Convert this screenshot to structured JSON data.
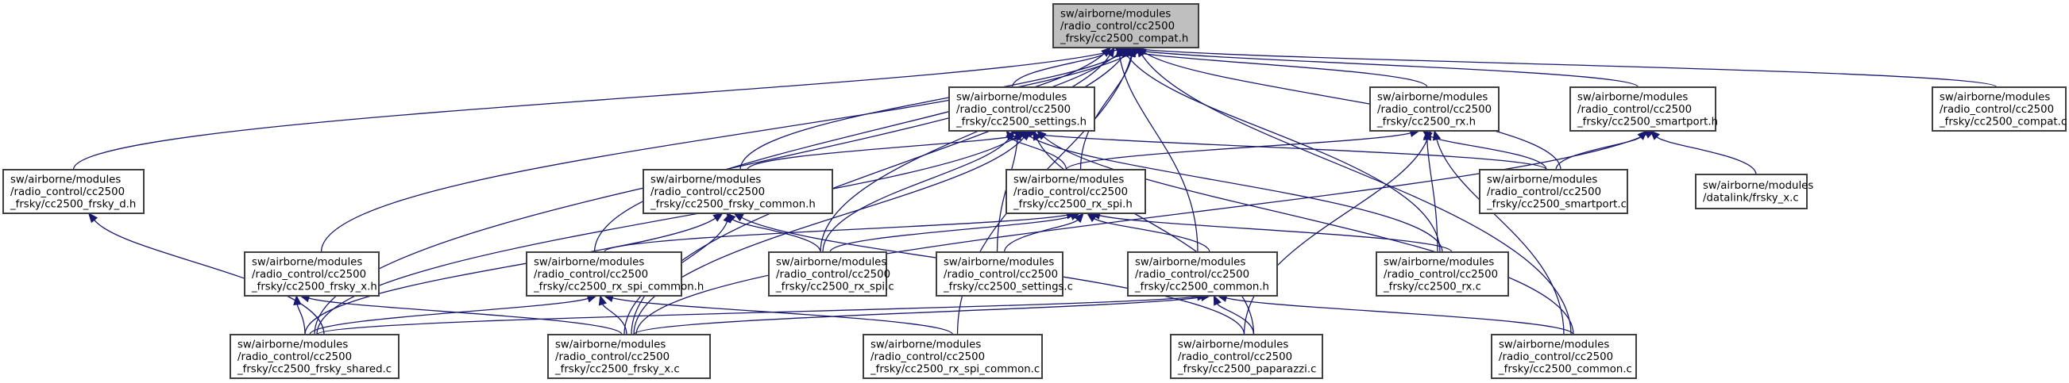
{
  "graph": {
    "type": "include-dependency-graph",
    "edge_color": "#191970",
    "root_fill": "#bfbfbf",
    "node_fill": "#ffffff",
    "nodes": [
      {
        "id": "compat_h",
        "lines": [
          "sw/airborne/modules",
          "/radio_control/cc2500",
          "_frsky/cc2500_compat.h"
        ],
        "root": true
      },
      {
        "id": "settings_h",
        "lines": [
          "sw/airborne/modules",
          "/radio_control/cc2500",
          "_frsky/cc2500_settings.h"
        ]
      },
      {
        "id": "rx_h",
        "lines": [
          "sw/airborne/modules",
          "/radio_control/cc2500",
          "_frsky/cc2500_rx.h"
        ]
      },
      {
        "id": "smartport_h",
        "lines": [
          "sw/airborne/modules",
          "/radio_control/cc2500",
          "_frsky/cc2500_smartport.h"
        ]
      },
      {
        "id": "compat_c",
        "lines": [
          "sw/airborne/modules",
          "/radio_control/cc2500",
          "_frsky/cc2500_compat.c"
        ]
      },
      {
        "id": "frsky_d_h",
        "lines": [
          "sw/airborne/modules",
          "/radio_control/cc2500",
          "_frsky/cc2500_frsky_d.h"
        ]
      },
      {
        "id": "frsky_common_h",
        "lines": [
          "sw/airborne/modules",
          "/radio_control/cc2500",
          "_frsky/cc2500_frsky_common.h"
        ]
      },
      {
        "id": "rx_spi_h",
        "lines": [
          "sw/airborne/modules",
          "/radio_control/cc2500",
          "_frsky/cc2500_rx_spi.h"
        ]
      },
      {
        "id": "smartport_c",
        "lines": [
          "sw/airborne/modules",
          "/radio_control/cc2500",
          "_frsky/cc2500_smartport.c"
        ]
      },
      {
        "id": "datalink_frsky_x_c",
        "lines": [
          "sw/airborne/modules",
          "/datalink/frsky_x.c"
        ]
      },
      {
        "id": "frsky_x_h",
        "lines": [
          "sw/airborne/modules",
          "/radio_control/cc2500",
          "_frsky/cc2500_frsky_x.h"
        ]
      },
      {
        "id": "rx_spi_common_h",
        "lines": [
          "sw/airborne/modules",
          "/radio_control/cc2500",
          "_frsky/cc2500_rx_spi_common.h"
        ]
      },
      {
        "id": "rx_spi_c",
        "lines": [
          "sw/airborne/modules",
          "/radio_control/cc2500",
          "_frsky/cc2500_rx_spi.c"
        ]
      },
      {
        "id": "settings_c",
        "lines": [
          "sw/airborne/modules",
          "/radio_control/cc2500",
          "_frsky/cc2500_settings.c"
        ]
      },
      {
        "id": "common_h",
        "lines": [
          "sw/airborne/modules",
          "/radio_control/cc2500",
          "_frsky/cc2500_common.h"
        ]
      },
      {
        "id": "rx_c",
        "lines": [
          "sw/airborne/modules",
          "/radio_control/cc2500",
          "_frsky/cc2500_rx.c"
        ]
      },
      {
        "id": "frsky_shared_c",
        "lines": [
          "sw/airborne/modules",
          "/radio_control/cc2500",
          "_frsky/cc2500_frsky_shared.c"
        ]
      },
      {
        "id": "frsky_x_c",
        "lines": [
          "sw/airborne/modules",
          "/radio_control/cc2500",
          "_frsky/cc2500_frsky_x.c"
        ]
      },
      {
        "id": "rx_spi_common_c",
        "lines": [
          "sw/airborne/modules",
          "/radio_control/cc2500",
          "_frsky/cc2500_rx_spi_common.c"
        ]
      },
      {
        "id": "paparazzi_c",
        "lines": [
          "sw/airborne/modules",
          "/radio_control/cc2500",
          "_frsky/cc2500_paparazzi.c"
        ]
      },
      {
        "id": "common_c",
        "lines": [
          "sw/airborne/modules",
          "/radio_control/cc2500",
          "_frsky/cc2500_common.c"
        ]
      }
    ],
    "edges": [
      {
        "from": "settings_h",
        "to": "compat_h"
      },
      {
        "from": "rx_h",
        "to": "compat_h"
      },
      {
        "from": "smartport_h",
        "to": "compat_h"
      },
      {
        "from": "compat_c",
        "to": "compat_h"
      },
      {
        "from": "frsky_d_h",
        "to": "compat_h"
      },
      {
        "from": "frsky_common_h",
        "to": "compat_h"
      },
      {
        "from": "rx_spi_h",
        "to": "compat_h"
      },
      {
        "from": "smartport_c",
        "to": "compat_h"
      },
      {
        "from": "frsky_x_h",
        "to": "compat_h"
      },
      {
        "from": "rx_spi_common_h",
        "to": "compat_h"
      },
      {
        "from": "rx_spi_c",
        "to": "compat_h"
      },
      {
        "from": "common_h",
        "to": "compat_h"
      },
      {
        "from": "rx_c",
        "to": "compat_h"
      },
      {
        "from": "frsky_shared_c",
        "to": "compat_h"
      },
      {
        "from": "frsky_x_c",
        "to": "compat_h"
      },
      {
        "from": "rx_spi_common_c",
        "to": "compat_h"
      },
      {
        "from": "common_c",
        "to": "compat_h"
      },
      {
        "from": "frsky_common_h",
        "to": "settings_h"
      },
      {
        "from": "rx_spi_h",
        "to": "settings_h"
      },
      {
        "from": "smartport_c",
        "to": "settings_h"
      },
      {
        "from": "rx_spi_c",
        "to": "settings_h"
      },
      {
        "from": "settings_c",
        "to": "settings_h"
      },
      {
        "from": "rx_c",
        "to": "settings_h"
      },
      {
        "from": "frsky_shared_c",
        "to": "settings_h"
      },
      {
        "from": "frsky_x_c",
        "to": "settings_h"
      },
      {
        "from": "paparazzi_c",
        "to": "settings_h"
      },
      {
        "from": "common_c",
        "to": "settings_h"
      },
      {
        "from": "rx_spi_h",
        "to": "rx_h"
      },
      {
        "from": "smartport_c",
        "to": "rx_h"
      },
      {
        "from": "rx_c",
        "to": "rx_h"
      },
      {
        "from": "paparazzi_c",
        "to": "rx_h"
      },
      {
        "from": "common_c",
        "to": "rx_h"
      },
      {
        "from": "smartport_c",
        "to": "smartport_h"
      },
      {
        "from": "datalink_frsky_x_c",
        "to": "smartport_h"
      },
      {
        "from": "frsky_x_c",
        "to": "smartport_h"
      },
      {
        "from": "frsky_shared_c",
        "to": "frsky_d_h"
      },
      {
        "from": "frsky_shared_c",
        "to": "frsky_common_h"
      },
      {
        "from": "rx_spi_c",
        "to": "frsky_common_h"
      },
      {
        "from": "frsky_x_c",
        "to": "frsky_common_h"
      },
      {
        "from": "paparazzi_c",
        "to": "frsky_common_h"
      },
      {
        "from": "rx_spi_common_h",
        "to": "rx_spi_h"
      },
      {
        "from": "rx_spi_c",
        "to": "rx_spi_h"
      },
      {
        "from": "settings_c",
        "to": "rx_spi_h"
      },
      {
        "from": "common_h",
        "to": "rx_spi_h"
      },
      {
        "from": "rx_c",
        "to": "rx_spi_h"
      },
      {
        "from": "frsky_shared_c",
        "to": "frsky_x_h"
      },
      {
        "from": "frsky_x_c",
        "to": "frsky_x_h"
      },
      {
        "from": "frsky_shared_c",
        "to": "rx_spi_common_h"
      },
      {
        "from": "frsky_x_c",
        "to": "rx_spi_common_h"
      },
      {
        "from": "rx_spi_common_c",
        "to": "rx_spi_common_h"
      },
      {
        "from": "frsky_shared_c",
        "to": "common_h"
      },
      {
        "from": "frsky_x_c",
        "to": "common_h"
      },
      {
        "from": "paparazzi_c",
        "to": "common_h"
      },
      {
        "from": "common_c",
        "to": "common_h"
      }
    ]
  }
}
